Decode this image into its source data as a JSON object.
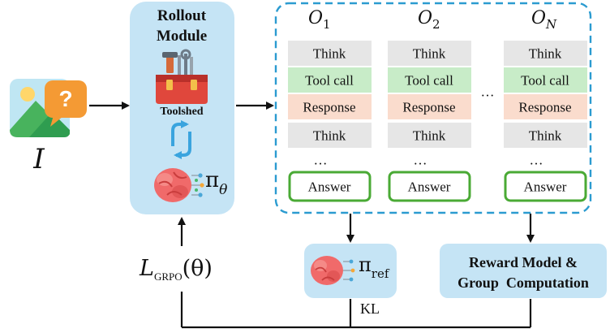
{
  "rollout_module": {
    "title_line1": "Rollout",
    "title_line2": "Module",
    "toolshed_label": "Toolshed",
    "policy_symbol": "π",
    "policy_subscript": "θ"
  },
  "input_symbol": "I",
  "outputs": [
    {
      "label": "O",
      "subscript": "1",
      "cells": [
        "Think",
        "Tool call",
        "Response",
        "Think",
        "…"
      ],
      "answer": "Answer"
    },
    {
      "label": "O",
      "subscript": "2",
      "cells": [
        "Think",
        "Tool call",
        "Response",
        "Think",
        "…"
      ],
      "answer": "Answer"
    },
    {
      "label": "O",
      "subscript": "N",
      "cells": [
        "Think",
        "Tool call",
        "Response",
        "Think",
        "…"
      ],
      "answer": "Answer"
    }
  ],
  "between_dots": "…",
  "reference": {
    "symbol": "π",
    "subscript": "ref"
  },
  "reward_box": {
    "line1": "Reward Model &",
    "line2": "Group  Computation"
  },
  "loss": {
    "symbol": "L",
    "subscript": "GRPO",
    "argument": "(θ)"
  },
  "kl_label": "KL",
  "colors": {
    "panel_blue": "#c5e4f5",
    "dashed_border": "#2b9bd0",
    "think": "#e6e6e6",
    "tool_call": "#c8ecc8",
    "response": "#fadccd",
    "answer_border": "#4aaa35",
    "cycle_arrows": "#3aa4de"
  }
}
